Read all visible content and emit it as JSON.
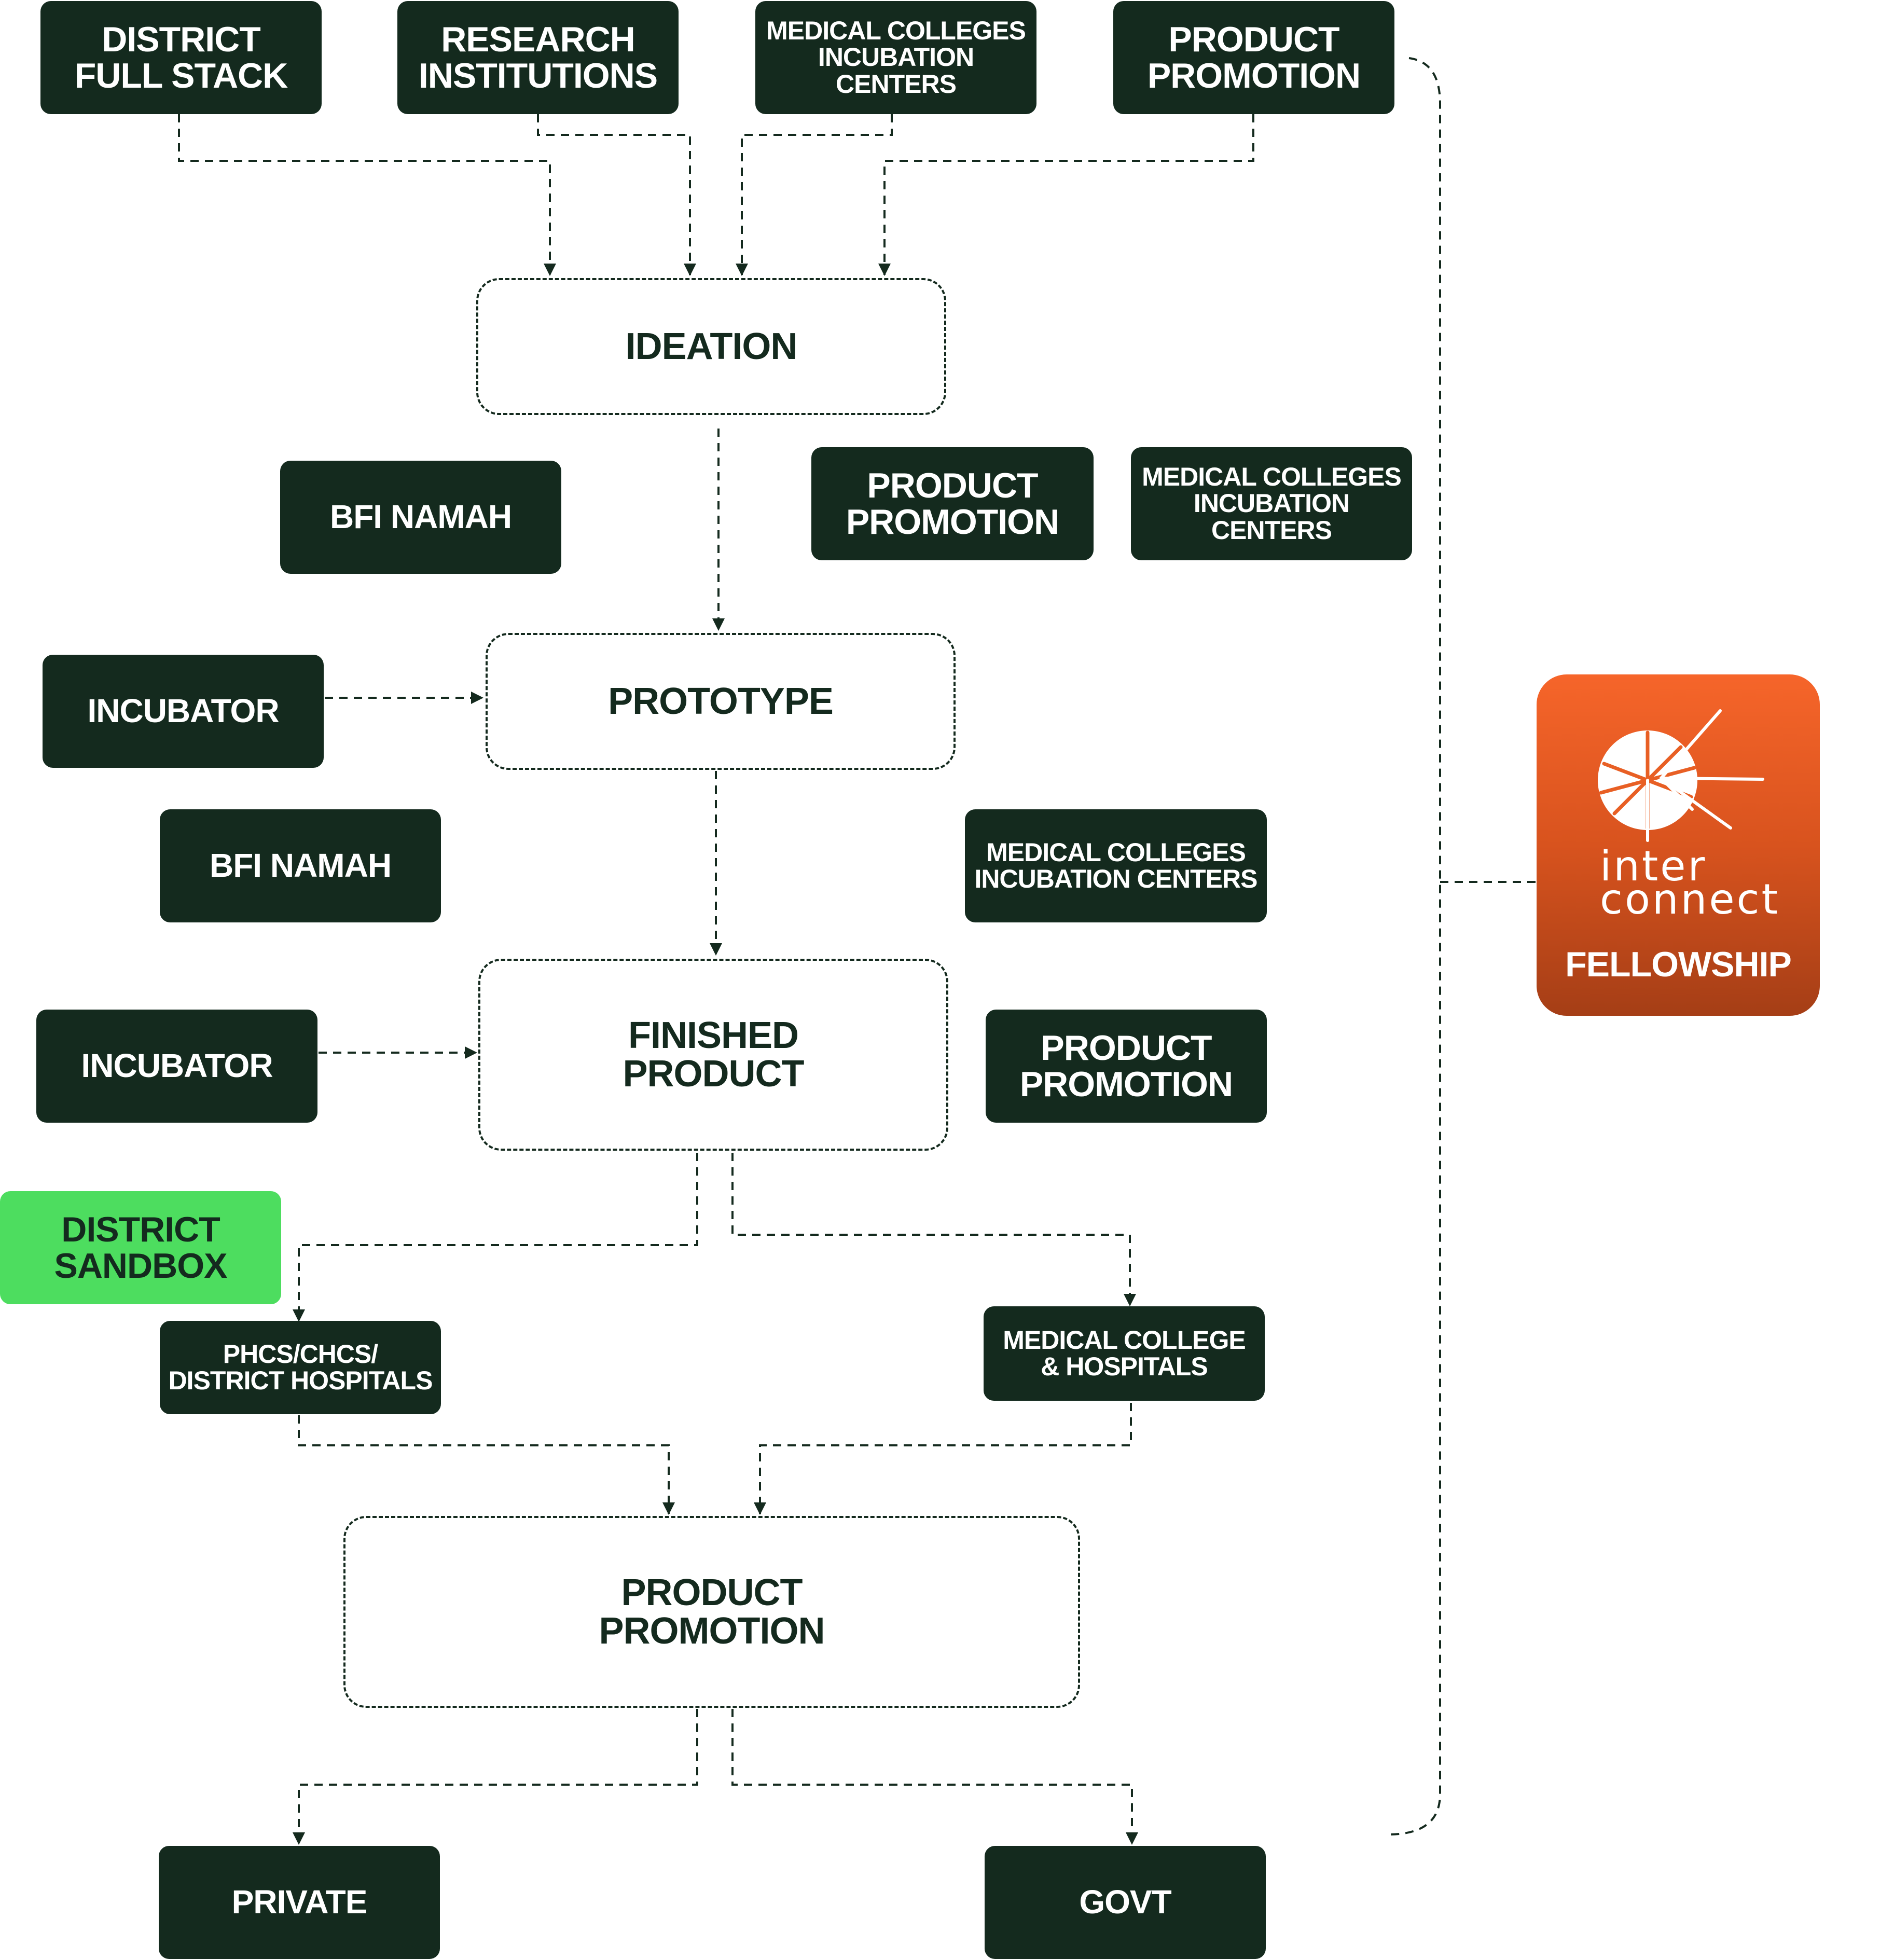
{
  "colors": {
    "dark_box": "#142a1e",
    "highlight_box": "#4ddd5f",
    "fellowship_gradient_top": "#f6652a",
    "fellowship_gradient_bottom": "#a53e16",
    "connector": "#142a1e"
  },
  "stages": {
    "ideation": "IDEATION",
    "prototype": "PROTOTYPE",
    "finished_product": "FINISHED\nPRODUCT",
    "product_promotion": "PRODUCT\nPROMOTION"
  },
  "sources": {
    "district_full_stack": "DISTRICT\nFULL STACK",
    "research_institutions": "RESEARCH\nINSTITUTIONS",
    "medical_colleges_incubation_1": "MEDICAL COLLEGES\nINCUBATION CENTERS",
    "product_promotion_1": "PRODUCT\nPROMOTION"
  },
  "ideation_support": {
    "bfi_namah": "BFI NAMAH",
    "product_promotion": "PRODUCT\nPROMOTION",
    "medical_colleges_incubation": "MEDICAL COLLEGES\nINCUBATION CENTERS"
  },
  "prototype_support": {
    "incubator": "INCUBATOR",
    "bfi_namah": "BFI NAMAH",
    "medical_colleges_incubation": "MEDICAL COLLEGES\nINCUBATION CENTERS"
  },
  "finished_support": {
    "incubator": "INCUBATOR",
    "product_promotion": "PRODUCT\nPROMOTION",
    "district_sandbox": "DISTRICT\nSANDBOX"
  },
  "validation": {
    "phcs": "PHCS/CHCS/\nDISTRICT HOSPITALS",
    "medical_college_hospitals": "MEDICAL COLLEGE\n& HOSPITALS"
  },
  "outcomes": {
    "private": "PRIVATE",
    "govt": "GOVT"
  },
  "fellowship": {
    "brand_line1": "inter",
    "brand_line2": "connect",
    "label": "FELLOWSHIP",
    "logo_icon": "burst-circle-icon"
  }
}
